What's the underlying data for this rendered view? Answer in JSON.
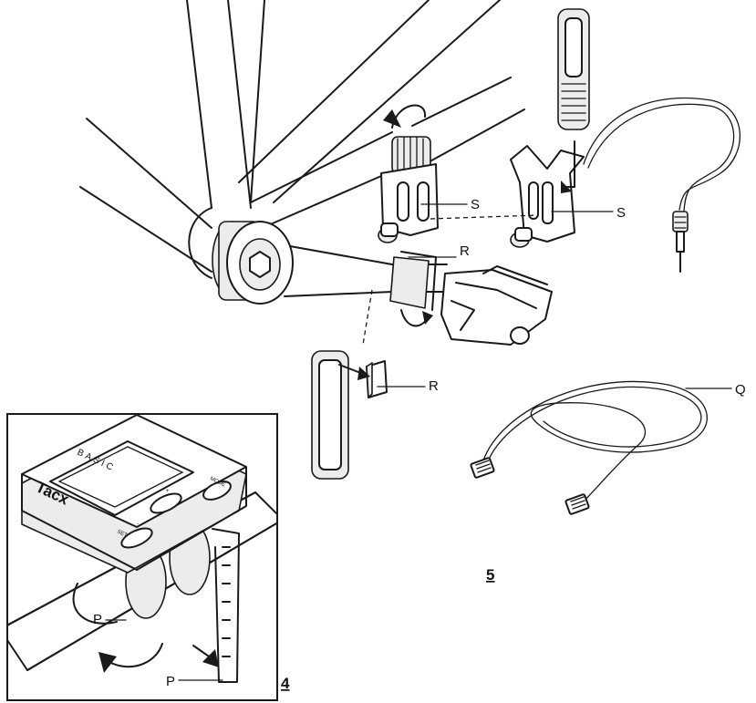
{
  "labels": {
    "s_left": "S",
    "s_right": "S",
    "r_top": "R",
    "r_bottom": "R",
    "q": "Q",
    "p_top": "P",
    "p_bottom": "P"
  },
  "figures": {
    "fig4": "4",
    "fig5": "5"
  },
  "device": {
    "brand": "Tacx",
    "model": "BASIC",
    "btn_set": "SET",
    "btn_mode": "MODE",
    "btn_plus": "+",
    "btn_minus": "-"
  }
}
